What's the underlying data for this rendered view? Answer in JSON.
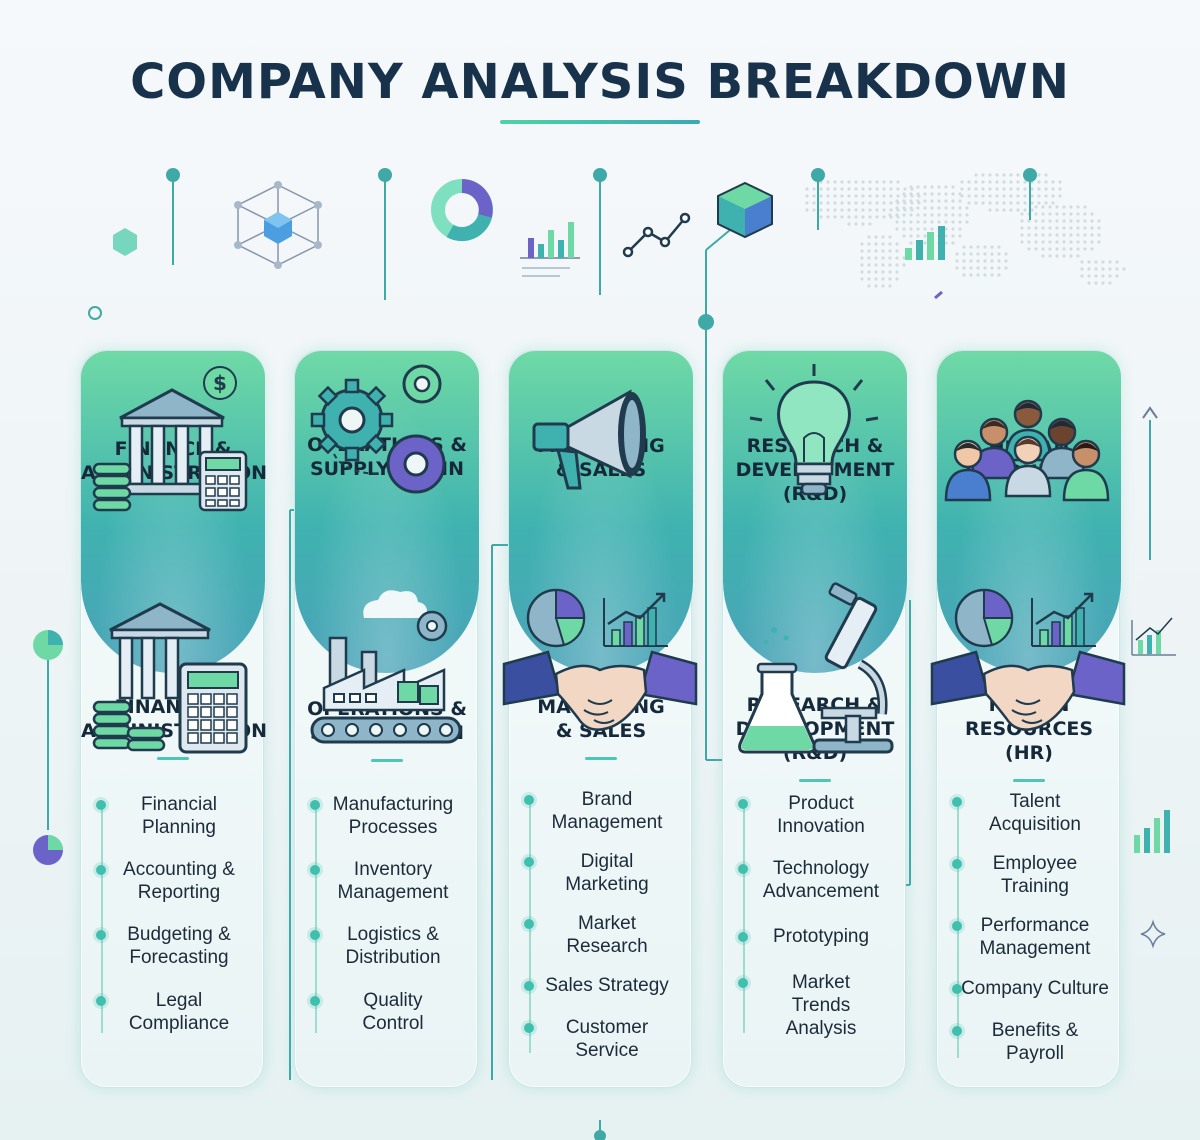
{
  "title": "COMPANY ANALYSIS BREAKDOWN",
  "columns": [
    {
      "id": "finance",
      "header": [
        "FINANCE &",
        "ADMINISTRATION"
      ],
      "subtitle": [
        "FINANCE &",
        "ADMINISTRATION"
      ],
      "icon_top": "bank-icon",
      "icon_bottom": "bank-calculator-icon",
      "items": [
        [
          "Financial",
          "Planning"
        ],
        [
          "Accounting &",
          "Reporting"
        ],
        [
          "Budgeting &",
          "Forecasting"
        ],
        [
          "Legal",
          "Compliance"
        ]
      ]
    },
    {
      "id": "operations",
      "header": [
        "OPERATIONS &",
        "SUPPLY CHAIN"
      ],
      "subtitle": [
        "OPERATIONS &",
        "SUPPLY CHAIN"
      ],
      "icon_top": "gears-icon",
      "icon_bottom": "factory-icon",
      "items": [
        [
          "Manufacturing",
          "Processes"
        ],
        [
          "Inventory",
          "Management"
        ],
        [
          "Logistics &",
          "Distribution"
        ],
        [
          "Quality",
          "Control"
        ]
      ]
    },
    {
      "id": "marketing",
      "header": [
        "MARKETING",
        "& SALES"
      ],
      "subtitle": [
        "MARKETING",
        "& SALES"
      ],
      "icon_top": "megaphone-icon",
      "icon_bottom": "handshake-charts-icon",
      "items": [
        [
          "Brand",
          "Management"
        ],
        [
          "Digital",
          "Marketing"
        ],
        [
          "Market",
          "Research"
        ],
        [
          "Sales Strategy"
        ],
        [
          "Customer",
          "Service"
        ]
      ]
    },
    {
      "id": "rnd",
      "header": [
        "RESEARCH &",
        "DEVELOPMENT",
        "(R&D)"
      ],
      "subtitle": [
        "RESEARCH &",
        "DEVELOPMENT",
        "(R&D)"
      ],
      "icon_top": "lightbulb-icon",
      "icon_bottom": "microscope-flask-icon",
      "items": [
        [
          "Product",
          "Innovation"
        ],
        [
          "Technology",
          "Advancement"
        ],
        [
          "Prototyping"
        ],
        [
          "Market",
          "Trends",
          "Analysis"
        ]
      ]
    },
    {
      "id": "hr",
      "header": [
        "HUMAN",
        "RESOURCES"
      ],
      "subtitle": [
        "HUMAN",
        "RESOURCES",
        "(HR)"
      ],
      "icon_top": "team-people-icon",
      "icon_bottom": "handshake-charts-icon",
      "items": [
        [
          "Talent",
          "Acquisition"
        ],
        [
          "Employee",
          "Training"
        ],
        [
          "Performance",
          "Management"
        ],
        [
          "Company Culture"
        ],
        [
          "Benefits &",
          "Payroll"
        ]
      ]
    }
  ],
  "colors": {
    "title": "#17324a",
    "accent_green": "#6fd9a6",
    "accent_teal": "#3fb2b0",
    "accent_purple": "#6c63c9",
    "dark_ink": "#1f3b4d"
  }
}
